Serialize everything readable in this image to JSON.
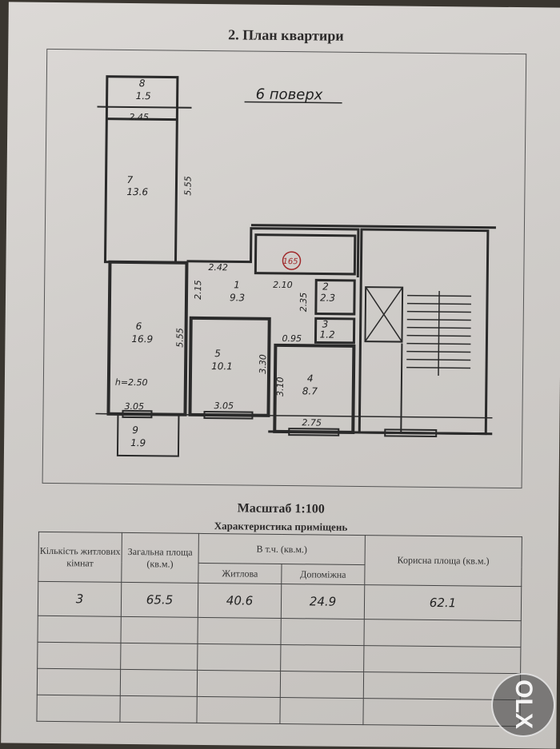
{
  "title": "2. План квартири",
  "floor_label": "6 поверх",
  "rooms": [
    {
      "num": "1",
      "area": "9.3"
    },
    {
      "num": "2",
      "area": "2.3"
    },
    {
      "num": "3",
      "area": "1.2"
    },
    {
      "num": "4",
      "area": "8.7"
    },
    {
      "num": "5",
      "area": "10.1"
    },
    {
      "num": "6",
      "area": "16.9"
    },
    {
      "num": "7",
      "area": "13.6"
    },
    {
      "num": "8",
      "area": "1.5"
    },
    {
      "num": "9",
      "area": "1.9"
    }
  ],
  "dimensions": [
    "2.45",
    "5.55",
    "2.42",
    "2.10",
    "2.15",
    "5.55",
    "2.35",
    "0.95",
    "3.30",
    "3.10",
    "3.05",
    "3.05",
    "2.75"
  ],
  "height_label": "h=2.50",
  "stamp": "165",
  "scale": "Масштаб 1:100",
  "subtitle": "Характеристика приміщень",
  "table": {
    "headers": {
      "rooms_count": "Кількість житлових кімнат",
      "total_area": "Загальна площа (кв.м.)",
      "including": "В т.ч. (кв.м.)",
      "living": "Житлова",
      "auxiliary": "Допоміжна",
      "useful_area": "Корисна площа (кв.м.)"
    },
    "values": {
      "rooms_count": "3",
      "total_area": "65.5",
      "living": "40.6",
      "auxiliary": "24.9",
      "useful_area": "62.1"
    }
  },
  "watermark": "OLX"
}
